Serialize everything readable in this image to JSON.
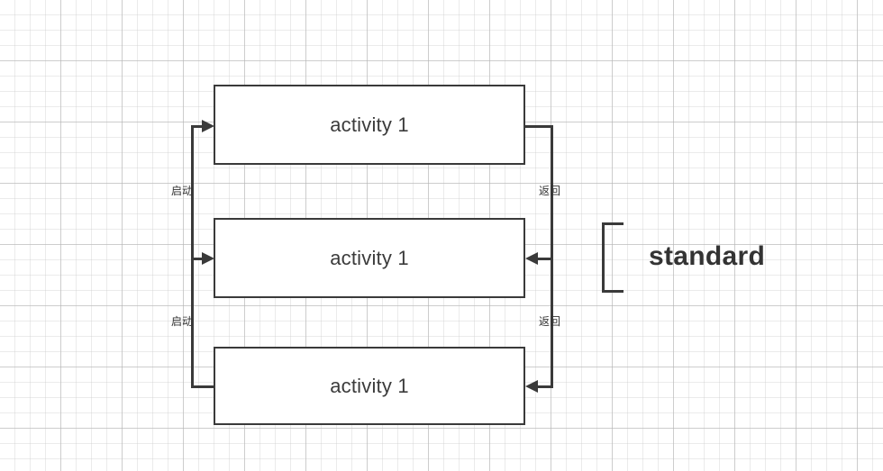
{
  "diagram": {
    "type": "activity-launch-return-flow",
    "nodes": [
      {
        "id": "box-1",
        "label": "activity 1"
      },
      {
        "id": "box-2",
        "label": "activity 1"
      },
      {
        "id": "box-3",
        "label": "activity 1"
      }
    ],
    "edges": [
      {
        "id": "launch-1",
        "label": "启动",
        "direction": "down-right",
        "arrow": "into-box-1"
      },
      {
        "id": "launch-2",
        "label": "启动",
        "direction": "down-right",
        "arrow": "into-box-3"
      },
      {
        "id": "return-1",
        "label": "返回",
        "direction": "down-left",
        "arrow": "into-box-2"
      },
      {
        "id": "return-2",
        "label": "返回",
        "direction": "down-left",
        "arrow": "into-box-3"
      }
    ],
    "group": {
      "caption": "standard",
      "bracket": "left-square-bracket"
    },
    "colors": {
      "stroke": "#3a3a3a",
      "text": "#333333",
      "background": "#ffffff",
      "grid_minor": "#cdcdcd",
      "grid_major": "#b4b4b4"
    }
  }
}
